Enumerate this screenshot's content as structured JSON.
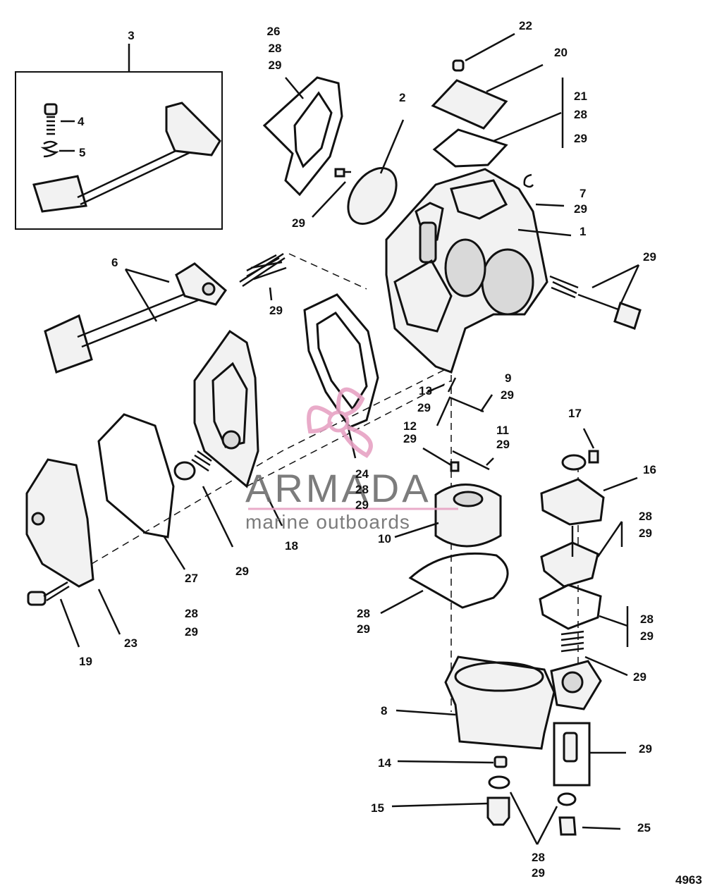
{
  "drawing_number": "4963",
  "watermark": {
    "brand": "ARMADA",
    "tagline": "marine outboards",
    "color": "#e7a3c4"
  },
  "callouts": {
    "c3": "3",
    "c4": "4",
    "c5": "5",
    "c6": "6",
    "c1": "1",
    "c2": "2",
    "c7": "7",
    "c8": "8",
    "c9": "9",
    "c10": "10",
    "c11": "11",
    "c12": "12",
    "c13": "13",
    "c14": "14",
    "c15": "15",
    "c16": "16",
    "c17": "17",
    "c18": "18",
    "c19": "19",
    "c20": "20",
    "c22": "22",
    "c23": "23",
    "c25": "25",
    "g26": [
      "26",
      "28",
      "29"
    ],
    "g21": [
      "21",
      "28",
      "29"
    ],
    "g7": "29",
    "g29_right": "29",
    "g29_small": "29",
    "g29_spring": "29",
    "g9": "29",
    "g13": "29",
    "g12": "29",
    "g11": "29",
    "g24": [
      "24",
      "28",
      "29"
    ],
    "g29_pump": "29",
    "g27": [
      "27",
      "28",
      "29"
    ],
    "g28a": [
      "28",
      "29"
    ],
    "g28b": [
      "28",
      "29"
    ],
    "g28c": [
      "28",
      "29"
    ],
    "g29_bspring": "29",
    "g29_kit": "29",
    "g28d": [
      "28",
      "29"
    ]
  }
}
